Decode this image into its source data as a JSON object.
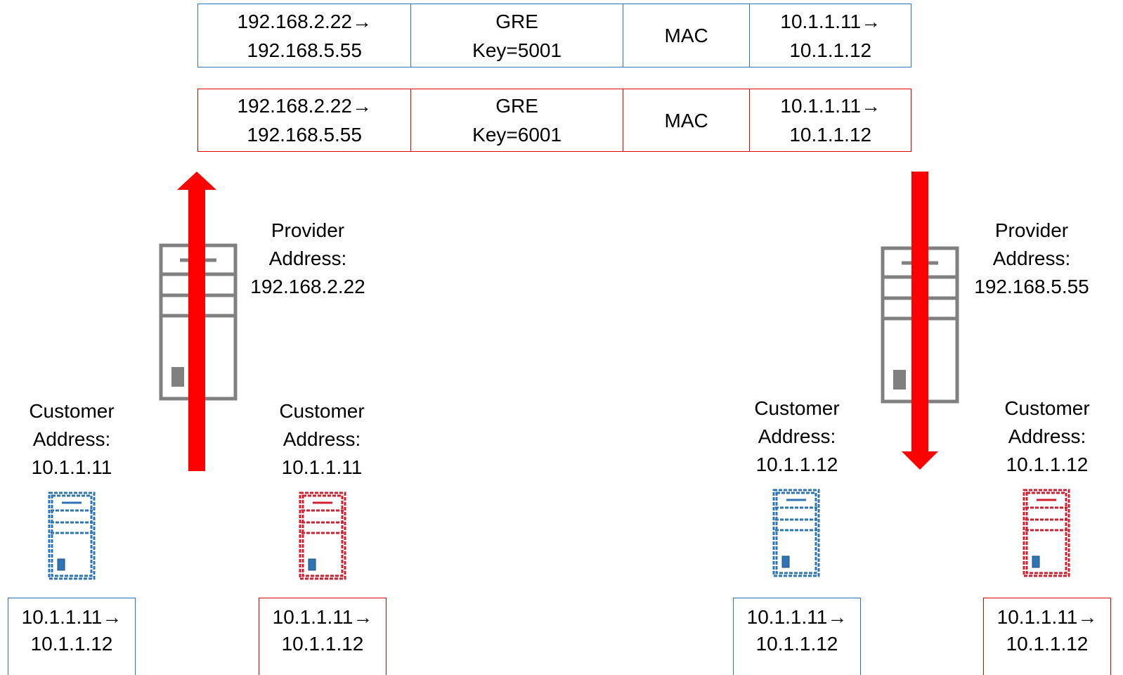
{
  "colors": {
    "blue": "#2e75b6",
    "red": "#e00000",
    "arrow": "#ff0000",
    "provider_server": "#808080"
  },
  "packets": [
    {
      "tenant": "blue",
      "outer": "192.168.2.22→\n192.168.5.55",
      "gre": "GRE\nKey=5001",
      "mac": "MAC",
      "inner": "10.1.1.11→\n10.1.1.12"
    },
    {
      "tenant": "red",
      "outer": "192.168.2.22→\n192.168.5.55",
      "gre": "GRE\nKey=6001",
      "mac": "MAC",
      "inner": "10.1.1.11→\n10.1.1.12"
    }
  ],
  "hosts": {
    "left": {
      "line1": "Provider",
      "line2": "Address:",
      "line3": "192.168.2.22",
      "icon": "server-icon"
    },
    "right": {
      "line1": "Provider",
      "line2": "Address:",
      "line3": "192.168.5.55",
      "icon": "server-icon"
    }
  },
  "arrows": {
    "left": "up",
    "right": "down"
  },
  "vms": [
    {
      "tenant": "blue",
      "line1": "Customer",
      "line2": "Address:",
      "line3": "10.1.1.11",
      "packet_line1": "10.1.1.11→",
      "packet_line2": "10.1.1.12"
    },
    {
      "tenant": "red",
      "line1": "Customer",
      "line2": "Address:",
      "line3": "10.1.1.11",
      "packet_line1": "10.1.1.11→",
      "packet_line2": "10.1.1.12"
    },
    {
      "tenant": "blue",
      "line1": "Customer",
      "line2": "Address:",
      "line3": "10.1.1.12",
      "packet_line1": "10.1.1.11→",
      "packet_line2": "10.1.1.12"
    },
    {
      "tenant": "red",
      "line1": "Customer",
      "line2": "Address:",
      "line3": "10.1.1.12",
      "packet_line1": "10.1.1.11→",
      "packet_line2": "10.1.1.12"
    }
  ]
}
